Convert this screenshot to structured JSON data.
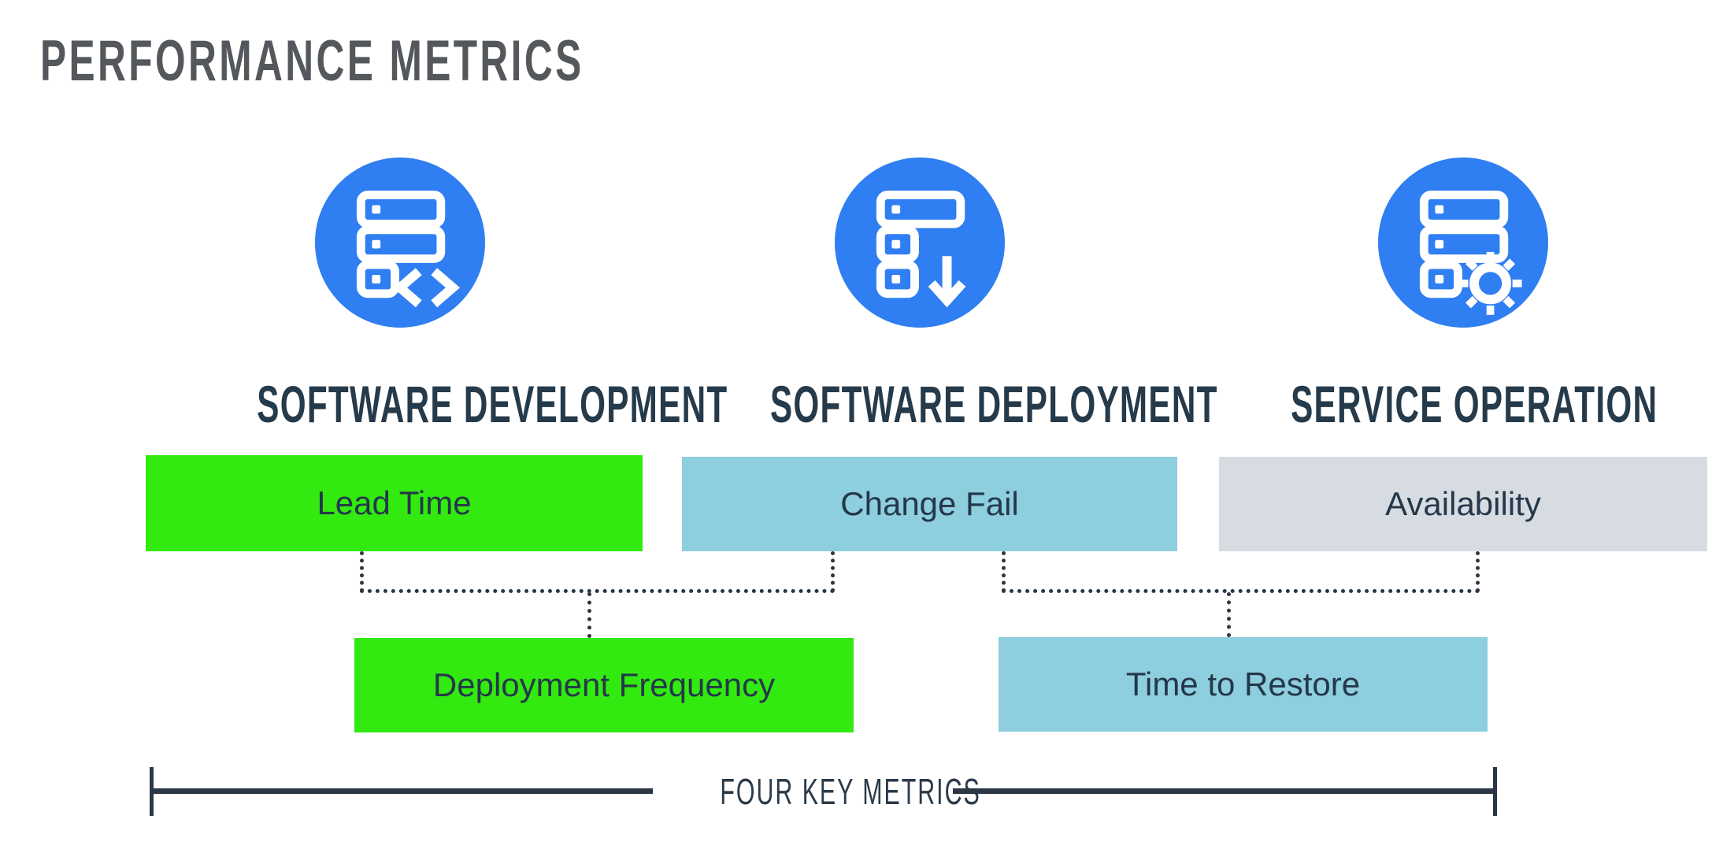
{
  "title": "PERFORMANCE METRICS",
  "colors": {
    "background": "#ffffff",
    "icon_circle_blue": "#2f7ef2",
    "metric_green": "#32ea0f",
    "metric_light_blue": "#8dcedf",
    "metric_gray": "#d6dce2",
    "heading_navy": "#253a4a",
    "title_gray": "#54585c",
    "connector_navy": "#2b3744"
  },
  "columns": [
    {
      "label": "SOFTWARE DEVELOPMENT",
      "icon": "server-code-icon"
    },
    {
      "label": "SOFTWARE DEPLOYMENT",
      "icon": "server-download-icon"
    },
    {
      "label": "SERVICE OPERATION",
      "icon": "server-gear-icon"
    }
  ],
  "metrics": {
    "row1": [
      {
        "label": "Lead Time",
        "color": "#32ea0f",
        "column": "SOFTWARE DEVELOPMENT"
      },
      {
        "label": "Change Fail",
        "color": "#8dcedf",
        "column": "SOFTWARE DEPLOYMENT"
      },
      {
        "label": "Availability",
        "color": "#d6dce2",
        "column": "SERVICE OPERATION"
      }
    ],
    "row2": [
      {
        "label": "Deployment Frequency",
        "color": "#32ea0f",
        "connects": [
          "Lead Time",
          "Change Fail"
        ]
      },
      {
        "label": "Time to Restore",
        "color": "#8dcedf",
        "connects": [
          "Change Fail",
          "Availability"
        ]
      }
    ]
  },
  "footer": {
    "label": "FOUR KEY METRICS"
  }
}
